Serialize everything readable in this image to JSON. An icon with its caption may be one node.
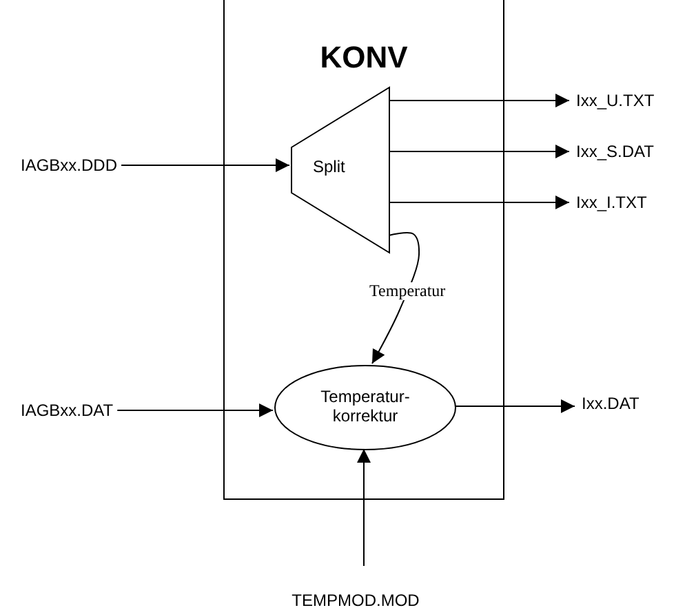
{
  "diagram": {
    "nodes": [
      {
        "text": [
          "KONV"
        ]
      },
      {
        "text": [
          "Split"
        ],
        "in": 0
      },
      {
        "text": [
          "Temperatur- korrektur"
        ],
        "in": 0
      },
      {
        "text": [
          "IAGBxx.DDD"
        ]
      },
      {
        "text": [
          "Ixx_U.TXT"
        ]
      },
      {
        "text": [
          "Ixx_S.DAT"
        ]
      },
      {
        "text": [
          "Ixx_I.TXT"
        ]
      },
      {
        "text": [
          "IAGBxx.DAT"
        ]
      },
      {
        "text": [
          "Ixx.DAT"
        ]
      },
      {
        "text": [
          "TEMPMOD.MOD"
        ]
      }
    ],
    "edges": [
      {
        "from": 3,
        "to": 1,
        "arrow": "to"
      },
      {
        "from": 1,
        "to": 4,
        "arrow": "to"
      },
      {
        "from": 1,
        "to": 5,
        "arrow": "to"
      },
      {
        "from": 1,
        "to": 6,
        "arrow": "to"
      },
      {
        "from": 1,
        "to": 2,
        "label": "Temperatur",
        "arrow": "to"
      },
      {
        "from": 7,
        "to": 2,
        "arrow": "to"
      },
      {
        "from": 2,
        "to": 8,
        "arrow": "to"
      },
      {
        "from": 9,
        "to": 2,
        "arrow": "to"
      }
    ]
  }
}
